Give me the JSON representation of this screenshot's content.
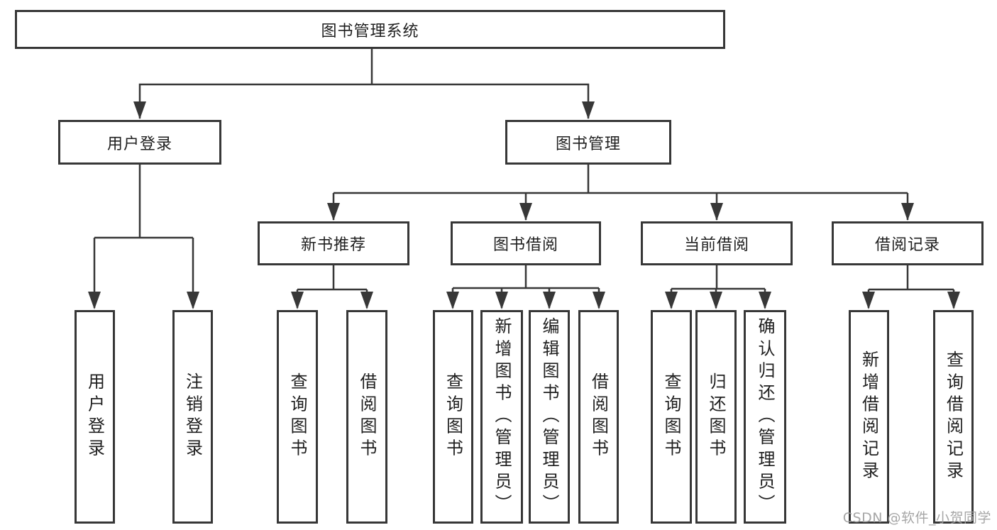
{
  "colors": {
    "line": "#373737",
    "box_border": "#373737",
    "text": "#1f1f1f",
    "background": "#ffffff",
    "watermark_text_color": "#9e9e9e"
  },
  "tree": {
    "root": {
      "label": "图书管理系统",
      "children": [
        {
          "label": "用户登录",
          "children": [
            {
              "label": "用户登录"
            },
            {
              "label": "注销登录"
            }
          ]
        },
        {
          "label": "图书管理",
          "children": [
            {
              "label": "新书推荐",
              "children": [
                {
                  "label": "查询图书"
                },
                {
                  "label": "借阅图书"
                }
              ]
            },
            {
              "label": "图书借阅",
              "children": [
                {
                  "label": "查询图书"
                },
                {
                  "label": "新增图书（管理员）"
                },
                {
                  "label": "编辑图书（管理员）"
                },
                {
                  "label": "借阅图书"
                }
              ]
            },
            {
              "label": "当前借阅",
              "children": [
                {
                  "label": "查询图书"
                },
                {
                  "label": "归还图书"
                },
                {
                  "label": "确认归还（管理员）"
                }
              ]
            },
            {
              "label": "借阅记录",
              "children": [
                {
                  "label": "新增借阅记录"
                },
                {
                  "label": "查询借阅记录"
                }
              ]
            }
          ]
        }
      ]
    }
  },
  "watermark": {
    "text": "CSDN @软件_小贺同学"
  }
}
